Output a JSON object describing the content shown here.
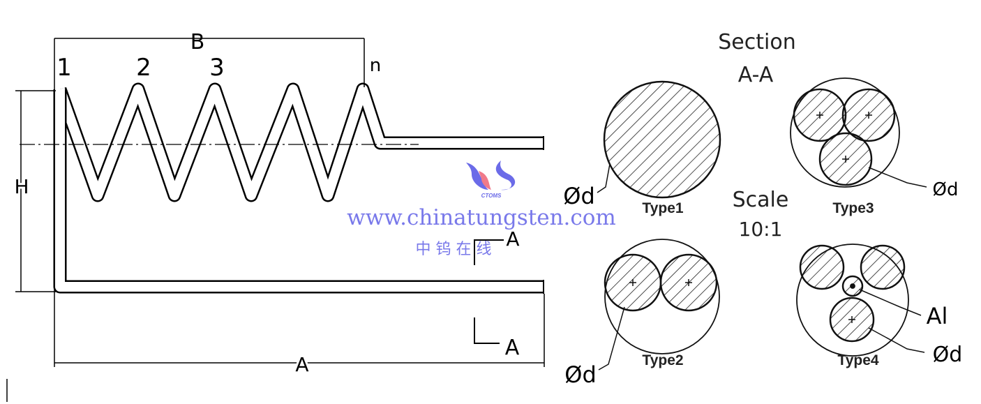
{
  "drawing": {
    "dimension_labels": {
      "pitch_span": "B",
      "height": "H",
      "length": "A"
    },
    "turn_labels": [
      "1",
      "2",
      "3",
      "n"
    ],
    "section_markers": [
      "A",
      "A"
    ],
    "section_title": "Section",
    "section_name": "A-A",
    "scale_label": "Scale",
    "scale_value": "10:1",
    "types": [
      "Type1",
      "Type2",
      "Type3",
      "Type4"
    ],
    "diameter_label": "Ød",
    "center_core_label": "Al"
  },
  "watermark": {
    "logo_text": "CTOMS",
    "url": "www.chinatungsten.com",
    "chinese": "中 钨 在 线",
    "colors": {
      "blue": "#6b6be8",
      "pink": "#f07a8a"
    }
  }
}
